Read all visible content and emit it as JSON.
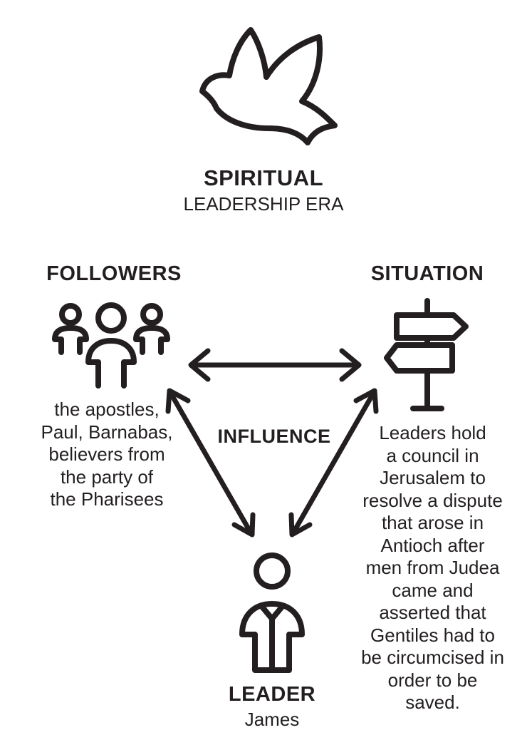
{
  "era": {
    "icon": "dove-icon",
    "title": "SPIRITUAL",
    "subtitle": "LEADERSHIP ERA"
  },
  "followers": {
    "heading": "FOLLOWERS",
    "icon": "people-group-icon",
    "lines": [
      "the apostles,",
      "Paul, Barnabas,",
      "believers from",
      "the party of",
      "the Pharisees"
    ]
  },
  "situation": {
    "heading": "SITUATION",
    "icon": "signpost-icon",
    "lines": [
      "Leaders hold",
      "a council in",
      "Jerusalem to",
      "resolve a dispute",
      "that arose in",
      "Antioch after",
      "men from Judea",
      "came and",
      "asserted that",
      "Gentiles had to",
      "be circumcised in",
      "order to be",
      "saved."
    ]
  },
  "influence_label": "INFLUENCE",
  "leader": {
    "heading": "LEADER",
    "icon": "person-icon",
    "name": "James"
  },
  "colors": {
    "ink": "#231f20",
    "background": "#ffffff"
  }
}
